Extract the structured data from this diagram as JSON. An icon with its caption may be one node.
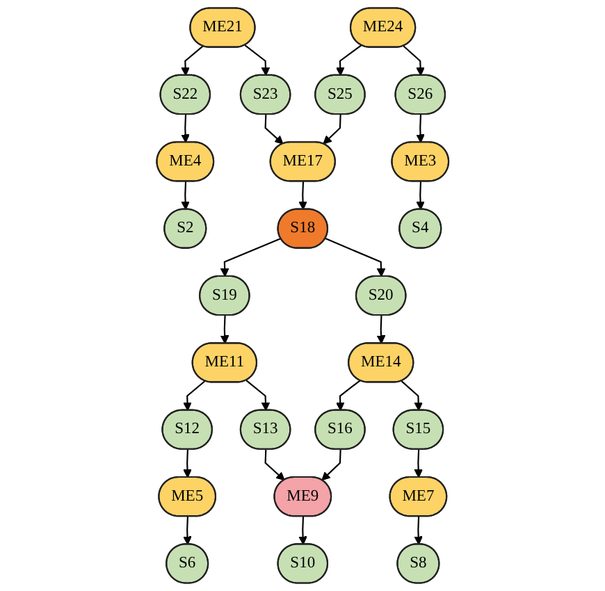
{
  "diagram": {
    "nodes": [
      {
        "text": [
          "ME21"
        ]
      },
      {
        "text": [
          "ME24"
        ]
      },
      {
        "text": [
          "S22"
        ]
      },
      {
        "text": [
          "S23"
        ]
      },
      {
        "text": [
          "S25"
        ]
      },
      {
        "text": [
          "S26"
        ]
      },
      {
        "text": [
          "ME4"
        ]
      },
      {
        "text": [
          "ME17"
        ]
      },
      {
        "text": [
          "ME3"
        ]
      },
      {
        "text": [
          "S2"
        ]
      },
      {
        "text": [
          "S18"
        ]
      },
      {
        "text": [
          "S4"
        ]
      },
      {
        "text": [
          "S19"
        ]
      },
      {
        "text": [
          "S20"
        ]
      },
      {
        "text": [
          "ME11"
        ]
      },
      {
        "text": [
          "ME14"
        ]
      },
      {
        "text": [
          "S12"
        ]
      },
      {
        "text": [
          "S13"
        ]
      },
      {
        "text": [
          "S16"
        ]
      },
      {
        "text": [
          "S15"
        ]
      },
      {
        "text": [
          "ME5"
        ]
      },
      {
        "text": [
          "ME9"
        ]
      },
      {
        "text": [
          "ME7"
        ]
      },
      {
        "text": [
          "S6"
        ]
      },
      {
        "text": [
          "S10"
        ]
      },
      {
        "text": [
          "S8"
        ]
      }
    ],
    "edges": [
      {
        "from": 0,
        "to": 2,
        "arrow": "to"
      },
      {
        "from": 0,
        "to": 3,
        "arrow": "to"
      },
      {
        "from": 1,
        "to": 4,
        "arrow": "to"
      },
      {
        "from": 1,
        "to": 5,
        "arrow": "to"
      },
      {
        "from": 2,
        "to": 6,
        "arrow": "to"
      },
      {
        "from": 3,
        "to": 7,
        "arrow": "to"
      },
      {
        "from": 4,
        "to": 7,
        "arrow": "to"
      },
      {
        "from": 5,
        "to": 8,
        "arrow": "to"
      },
      {
        "from": 6,
        "to": 9,
        "arrow": "to"
      },
      {
        "from": 7,
        "to": 10,
        "arrow": "to"
      },
      {
        "from": 8,
        "to": 11,
        "arrow": "to"
      },
      {
        "from": 10,
        "to": 12,
        "arrow": "to"
      },
      {
        "from": 10,
        "to": 13,
        "arrow": "to"
      },
      {
        "from": 12,
        "to": 14,
        "arrow": "to"
      },
      {
        "from": 13,
        "to": 15,
        "arrow": "to"
      },
      {
        "from": 14,
        "to": 16,
        "arrow": "to"
      },
      {
        "from": 14,
        "to": 17,
        "arrow": "to"
      },
      {
        "from": 15,
        "to": 18,
        "arrow": "to"
      },
      {
        "from": 15,
        "to": 19,
        "arrow": "to"
      },
      {
        "from": 16,
        "to": 20,
        "arrow": "to"
      },
      {
        "from": 17,
        "to": 21,
        "arrow": "to"
      },
      {
        "from": 18,
        "to": 21,
        "arrow": "to"
      },
      {
        "from": 19,
        "to": 22,
        "arrow": "to"
      },
      {
        "from": 20,
        "to": 23,
        "arrow": "to"
      },
      {
        "from": 21,
        "to": 24,
        "arrow": "to"
      },
      {
        "from": 22,
        "to": 25,
        "arrow": "to"
      }
    ]
  }
}
